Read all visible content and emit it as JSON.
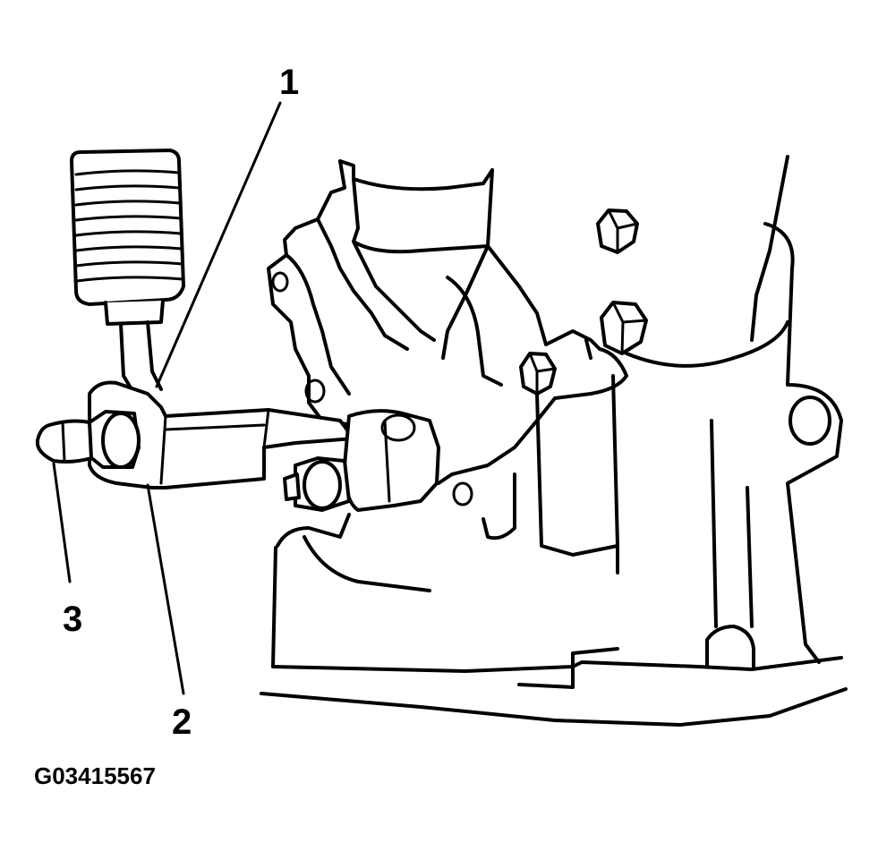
{
  "callouts": [
    {
      "id": "1",
      "label": "1"
    },
    {
      "id": "2",
      "label": "2"
    },
    {
      "id": "3",
      "label": "3"
    }
  ],
  "figure_id": "G03415567"
}
